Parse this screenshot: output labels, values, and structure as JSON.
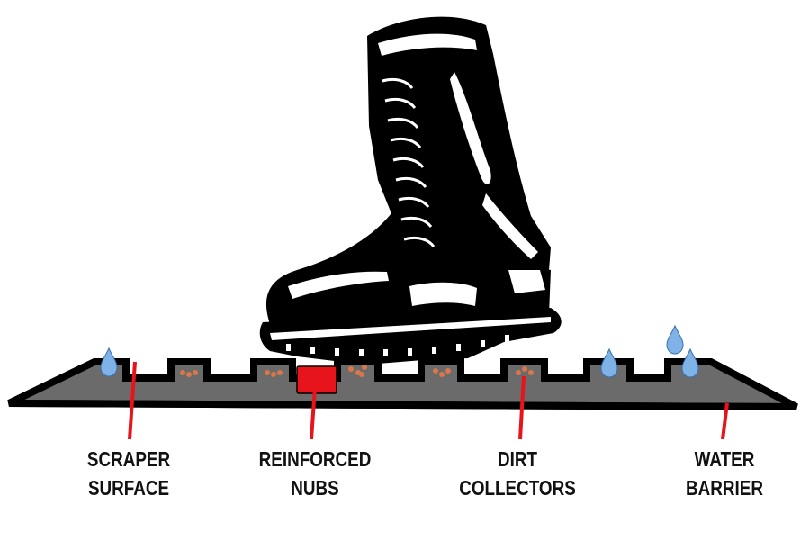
{
  "colors": {
    "mat_fill": "#6b6b6b",
    "mat_outline": "#000000",
    "nub": "#e8141c",
    "leader": "#e8141c",
    "water_drop": "#7fb3e8",
    "dirt": "#d9774a",
    "boot": "#000000",
    "text": "#111111"
  },
  "callouts": [
    {
      "id": "scraper",
      "lines": [
        "SCRAPER",
        "SURFACE"
      ]
    },
    {
      "id": "nubs",
      "lines": [
        "REINFORCED",
        "NUBS"
      ]
    },
    {
      "id": "dirt",
      "lines": [
        "DIRT",
        "COLLECTORS"
      ]
    },
    {
      "id": "water",
      "lines": [
        "WATER",
        "BARRIER"
      ]
    }
  ]
}
